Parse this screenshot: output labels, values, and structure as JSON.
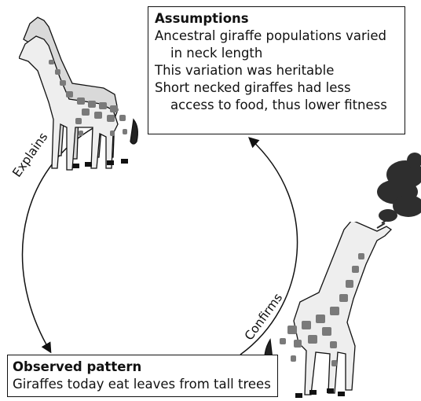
{
  "assumptions_box": {
    "title": "Assumptions",
    "lines": [
      "Ancestral giraffe populations varied",
      "in neck length",
      "This variation was heritable",
      "Short necked giraffes had less",
      "access to food, thus lower fitness"
    ]
  },
  "observed_box": {
    "title": "Observed pattern",
    "text": "Giraffes today eat leaves from tall trees"
  },
  "arcs": {
    "left_label": "Explains",
    "right_label": "Confirms"
  },
  "colors": {
    "ink": "#111111",
    "giraffe_body": "#e9e9e9",
    "giraffe_spots": "#7a7a7a",
    "tree_foliage": "#2e2e2e"
  },
  "icons": {
    "two_giraffes": "two-standing-giraffes-illustration",
    "browsing_giraffe": "giraffe-eating-from-tree-illustration",
    "tree": "acacia-tree-illustration"
  }
}
